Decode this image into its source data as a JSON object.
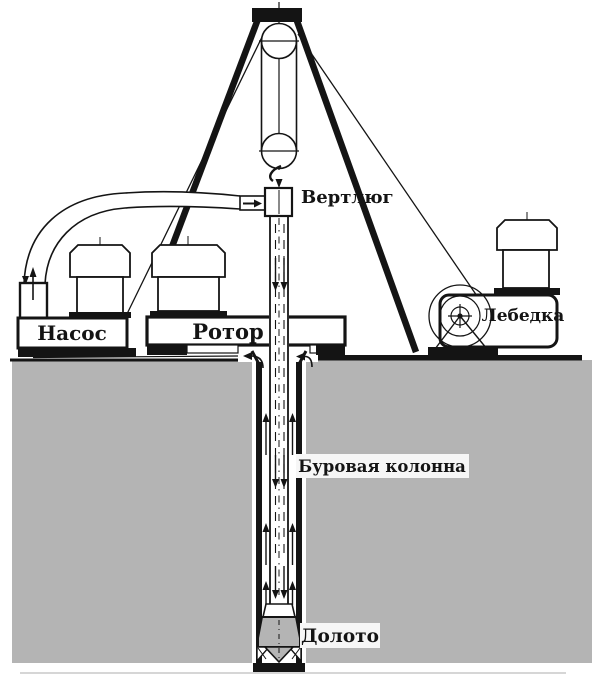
{
  "labels": {
    "swivel": "Вертлюг",
    "pump": "Насос",
    "rotary_table": "Ротор",
    "drawworks": "Лебедка",
    "drill_string": "Буровая колонна",
    "drill_bit": "Долото"
  },
  "colors": {
    "background": "#ffffff",
    "ink": "#141414",
    "ground": "#b4b4b4",
    "label_bg": "#f6f6f6"
  }
}
